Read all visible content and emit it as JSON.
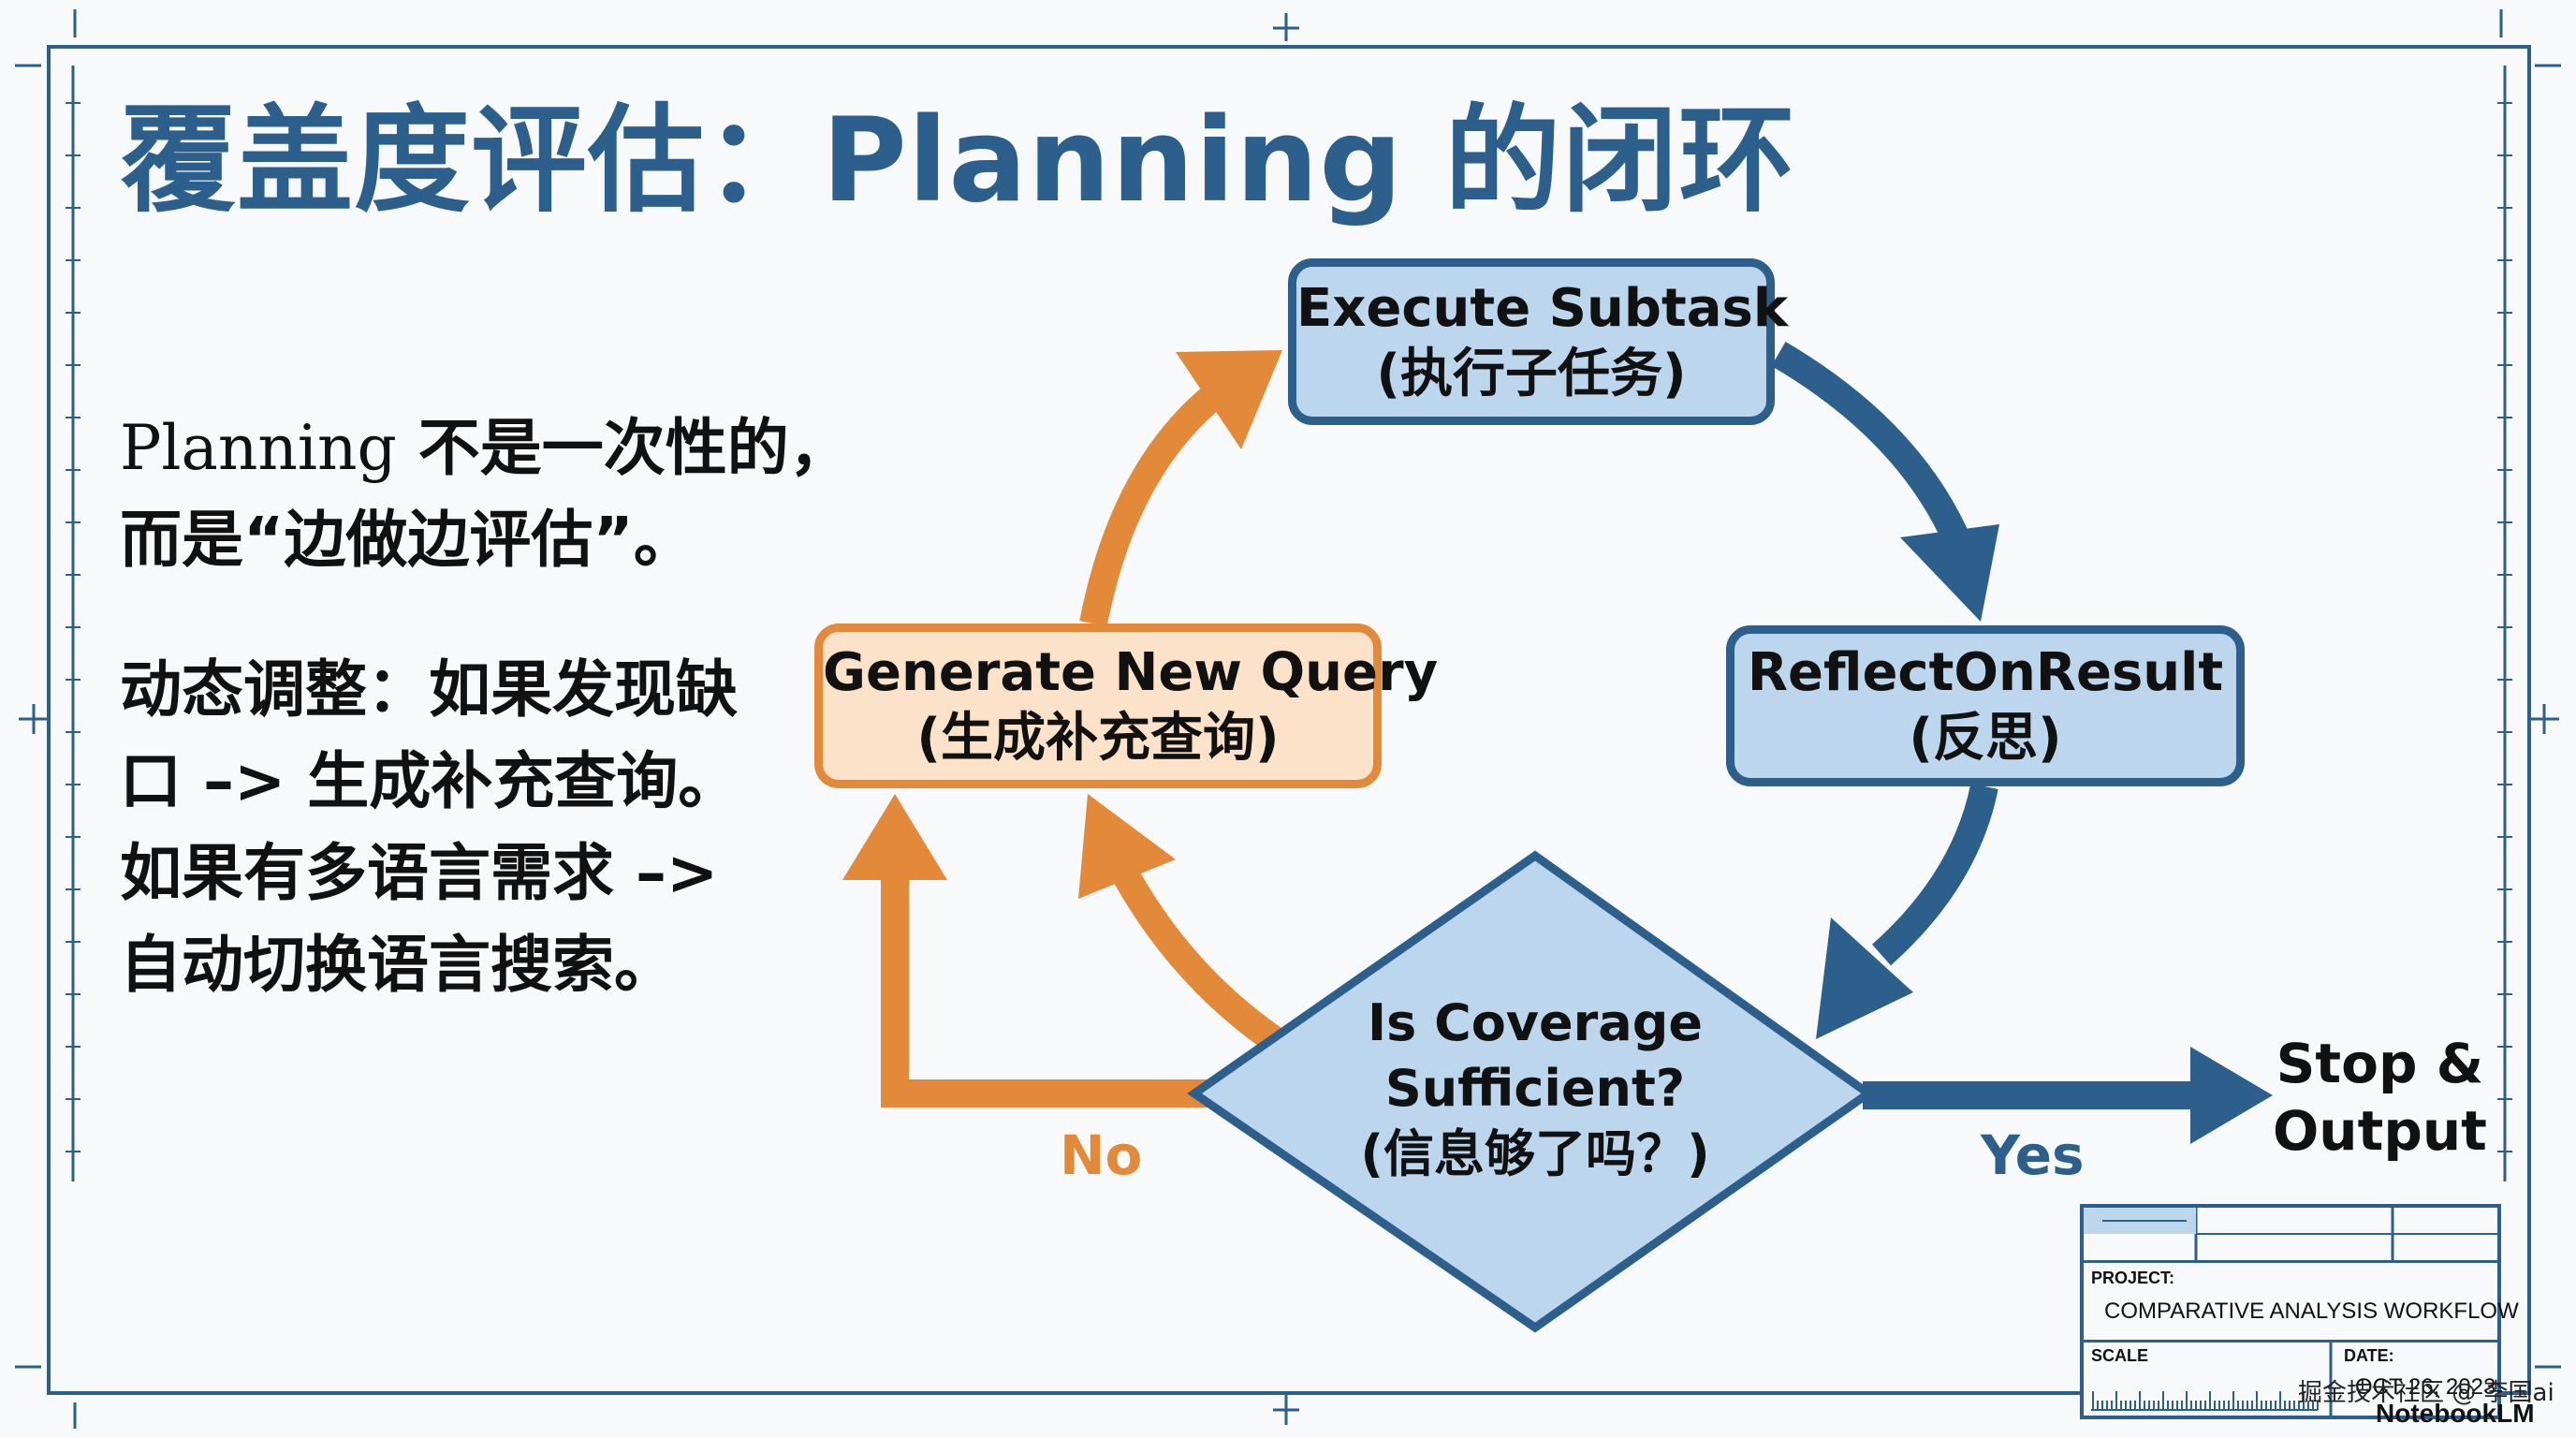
{
  "title": "覆盖度评估：Planning 的闭环",
  "lead": {
    "line1_latin": "Planning",
    "line1_rest": " 不是一次性的，",
    "line2": "而是“边做边评估”。"
  },
  "dynamic": {
    "lines": [
      "动态调整：如果发现缺",
      "口 –> 生成补充查询。",
      "如果有多语言需求 –>",
      "自动切换语言搜索。"
    ]
  },
  "nodes": {
    "execute": {
      "en": "Execute Subtask",
      "cn": "(执行子任务)"
    },
    "reflect": {
      "en": "ReflectOnResult",
      "cn": "(反思)"
    },
    "generate": {
      "en": "Generate New Query",
      "cn": "(生成补充查询)"
    },
    "decision": {
      "line1": "Is Coverage",
      "line2": "Sufficient?",
      "line3": "(信息够了吗？)"
    }
  },
  "labels": {
    "no": "No",
    "yes": "Yes",
    "stop_line1": "Stop &",
    "stop_line2": "Output"
  },
  "title_block": {
    "project_label": "PROJECT:",
    "project": "COMPARATIVE ANALYSIS WORKFLOW",
    "scale_label": "SCALE",
    "date_label": "DATE:",
    "date": "OCT 26, 2023"
  },
  "watermark": "掘金技术社区 @ 李国ai",
  "brand": "NotebookLM",
  "colors": {
    "blue": "#2c5f8c",
    "orange": "#e38a3a",
    "blue_fill": "#bcd6ee",
    "orange_fill": "#fbe2c8",
    "title": "#2c5f8c"
  }
}
